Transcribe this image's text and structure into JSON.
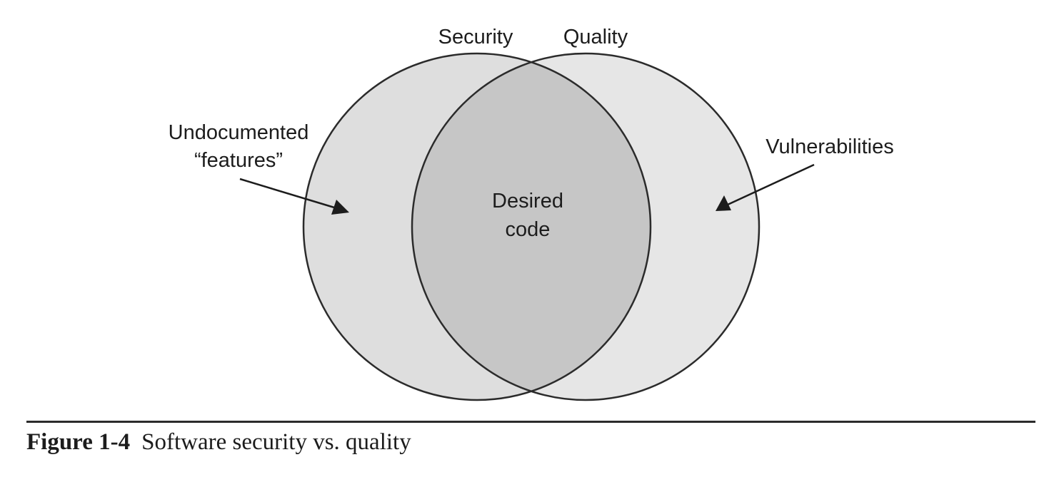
{
  "diagram": {
    "circle_labels": {
      "left": "Security",
      "right": "Quality"
    },
    "left_region_label": {
      "line1": "Undocumented",
      "line2": "“features”"
    },
    "right_region_label": "Vulnerabilities",
    "intersection_label": {
      "line1": "Desired",
      "line2": "code"
    },
    "colors": {
      "left_circle_fill": "#dedede",
      "right_circle_fill": "#e6e6e6",
      "intersection_fill": "#c6c6c6",
      "stroke": "#2b2b2b"
    }
  },
  "caption": {
    "number": "Figure 1-4",
    "text": "Software security vs. quality"
  }
}
